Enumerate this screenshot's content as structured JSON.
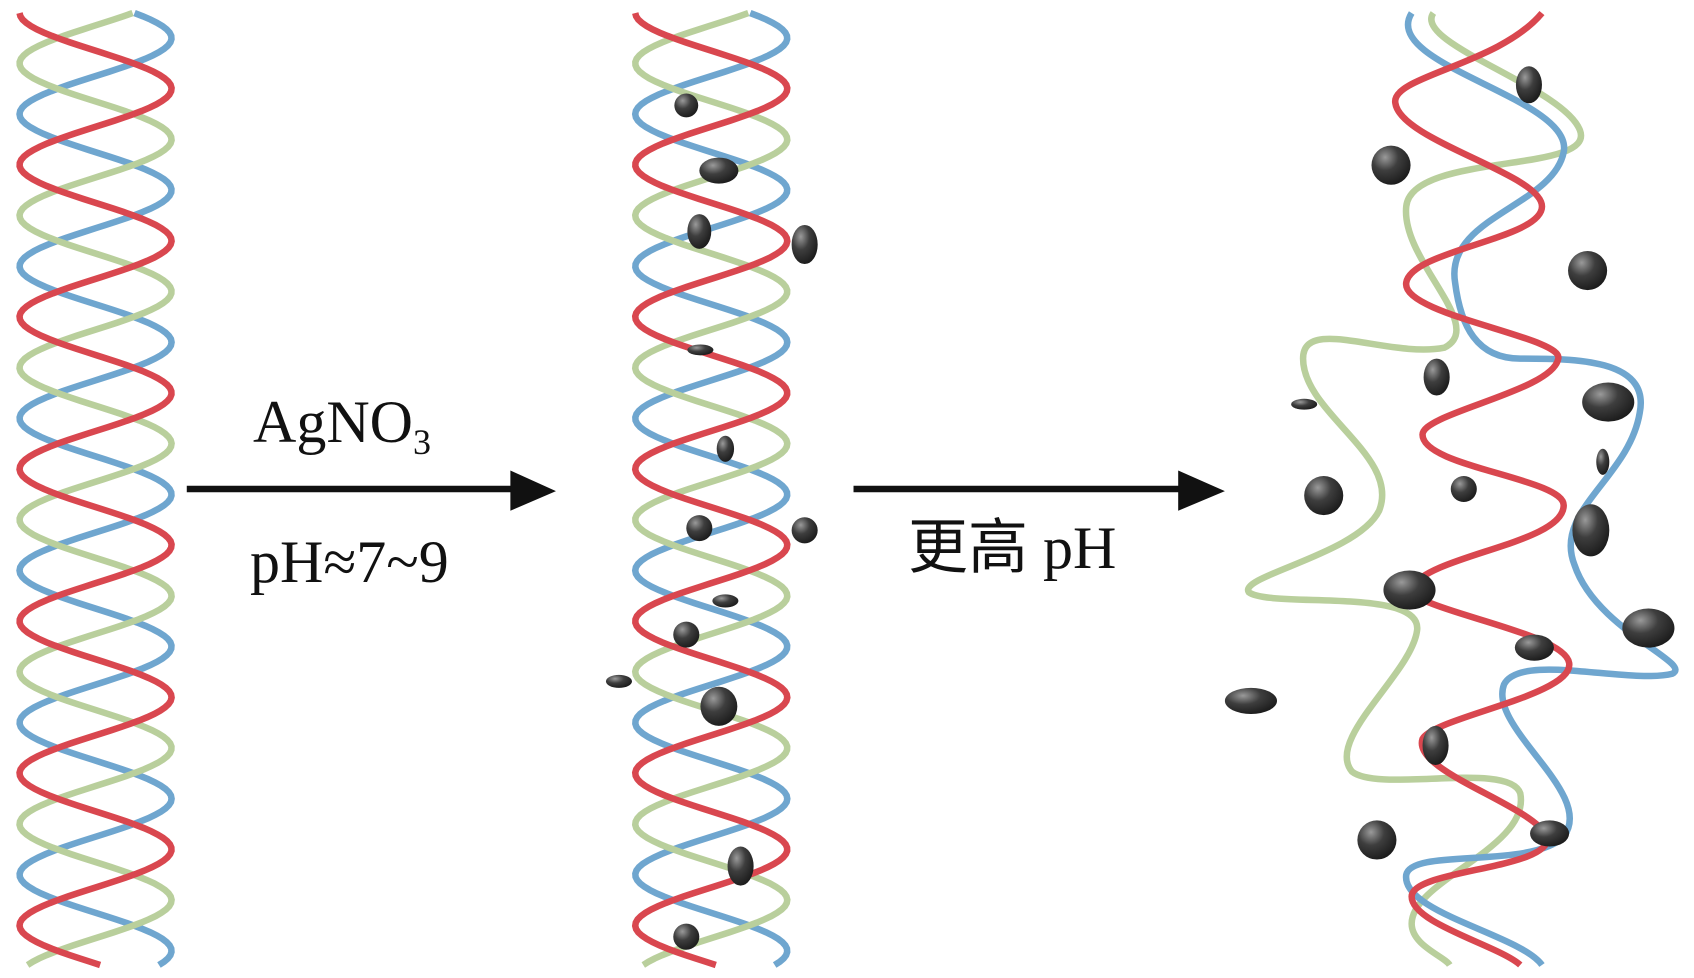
{
  "step1": {
    "reagent": "AgNO",
    "reagent_subscript": "3",
    "condition": "pH≈7~9"
  },
  "step2": {
    "condition": "更高 pH"
  },
  "colors": {
    "strand_red": "#d9474f",
    "strand_blue": "#6fa6cf",
    "strand_green": "#b9cf9c",
    "particle": "#3a3a3a",
    "arrow": "#111111"
  },
  "stages": [
    "intact-triple-helix",
    "helix-with-silver-particles",
    "unwound-helix-with-silver-particles"
  ]
}
